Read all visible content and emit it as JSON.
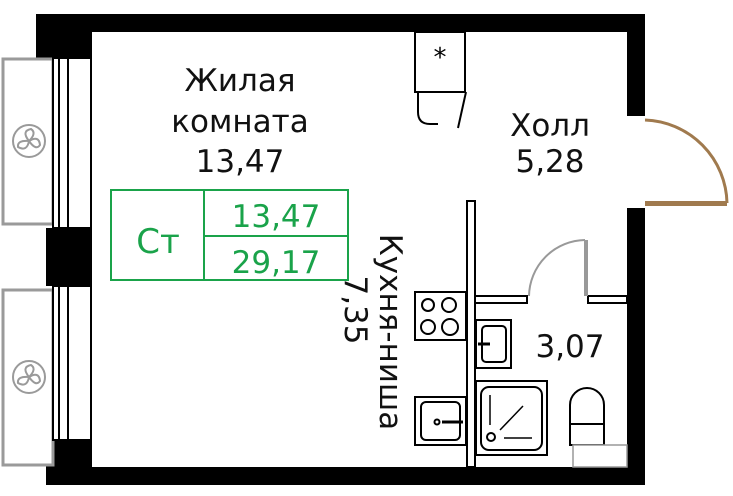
{
  "rooms": {
    "living": {
      "name_line1": "Жилая",
      "name_line2": "комната",
      "area": "13,47"
    },
    "hall": {
      "name": "Холл",
      "area": "5,28"
    },
    "bathroom": {
      "area": "3,07"
    },
    "kitchen": {
      "name": "Кухня-ниша",
      "area": "7,35"
    }
  },
  "summary": {
    "type": "Ст",
    "living_area": "13,47",
    "total_area": "29,17"
  },
  "fridge_mark": "*",
  "colors": {
    "accent": "#1aa34a",
    "door": "#a07a4e",
    "wall": "#000000",
    "window": "#9a9a9a"
  },
  "icons": [
    "fan-icon",
    "hob-icon",
    "kitchen-sink-icon",
    "bath-sink-icon",
    "shower-icon",
    "toilet-icon",
    "fridge-icon"
  ]
}
